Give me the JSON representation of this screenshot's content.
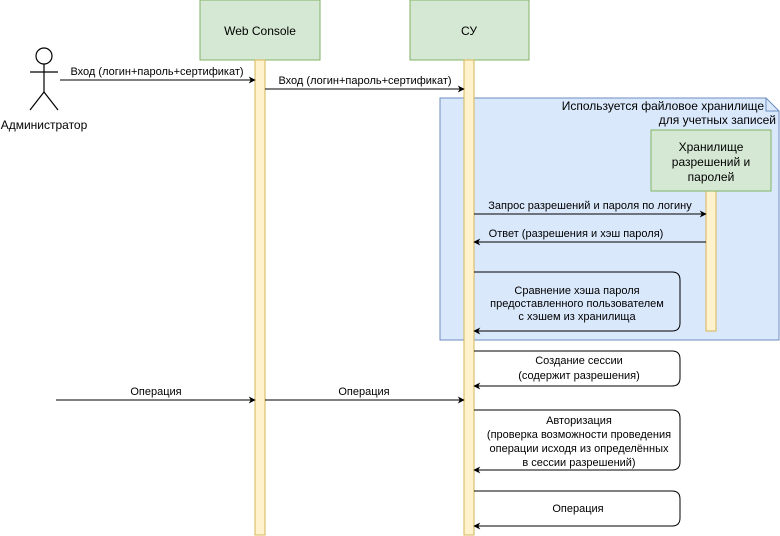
{
  "actor": {
    "name": "Администратор"
  },
  "participants": {
    "web_console": "Web Console",
    "su": "СУ",
    "storage": [
      "Хранилище",
      "разрешений и",
      "паролей"
    ]
  },
  "note": {
    "lines": [
      "Используется файловое хранилище",
      "для учетных записей"
    ]
  },
  "messages": {
    "login_1": "Вход (логин+пароль+сертификат)",
    "login_2": "Вход (логин+пароль+сертификат)",
    "request": "Запрос разрешений и пароля по логину",
    "response": "Ответ (разрешения и хэш пароля)",
    "compare": [
      "Сравнение хэша пароля",
      "предоставленного пользователем",
      "с хэшем из хранилища"
    ],
    "session": [
      "Создание сессии",
      "(содержит разрешения)"
    ],
    "operation_1": "Операция",
    "operation_2": "Операция",
    "authorization": [
      "Авторизация",
      "(проверка возможности проведения",
      "операции исходя из определённых",
      "в сессии разрешений)"
    ],
    "operation_self": "Операция"
  },
  "colors": {
    "header_fill": "#d5e8d4",
    "header_stroke": "#82b366",
    "lifeline_fill": "#fff2cc",
    "lifeline_stroke": "#d6b656",
    "note_fill": "#dae8fc",
    "note_stroke": "#6c8ebf"
  }
}
